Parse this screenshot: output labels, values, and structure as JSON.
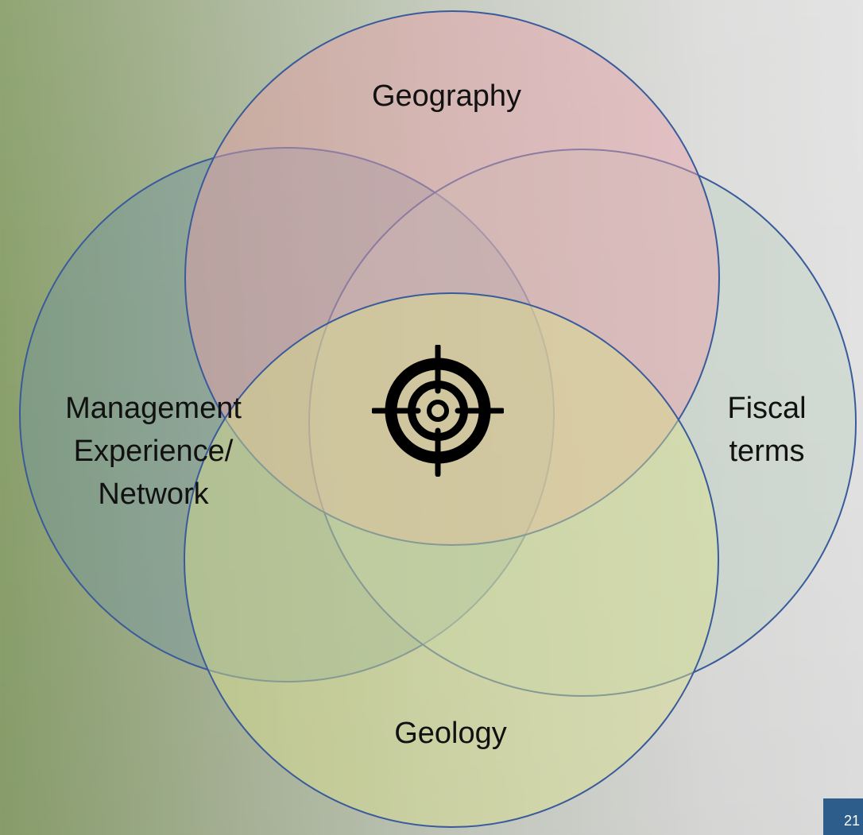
{
  "diagram": {
    "geography": "Geography",
    "geology": "Geology",
    "management": [
      "Management",
      "Experience/",
      "Network"
    ],
    "fiscal": [
      "Fiscal",
      "terms"
    ],
    "center_icon": "target-crosshair-icon"
  },
  "slide": {
    "page_number": "21"
  },
  "colors": {
    "geography_fill": "#e7a0a9",
    "management_fill": "#6f93a0",
    "fiscal_fill": "#b8d0bd",
    "geology_fill": "#d9e08f",
    "circle_stroke": "#3a5b9b",
    "badge": "#2d5e8b"
  }
}
